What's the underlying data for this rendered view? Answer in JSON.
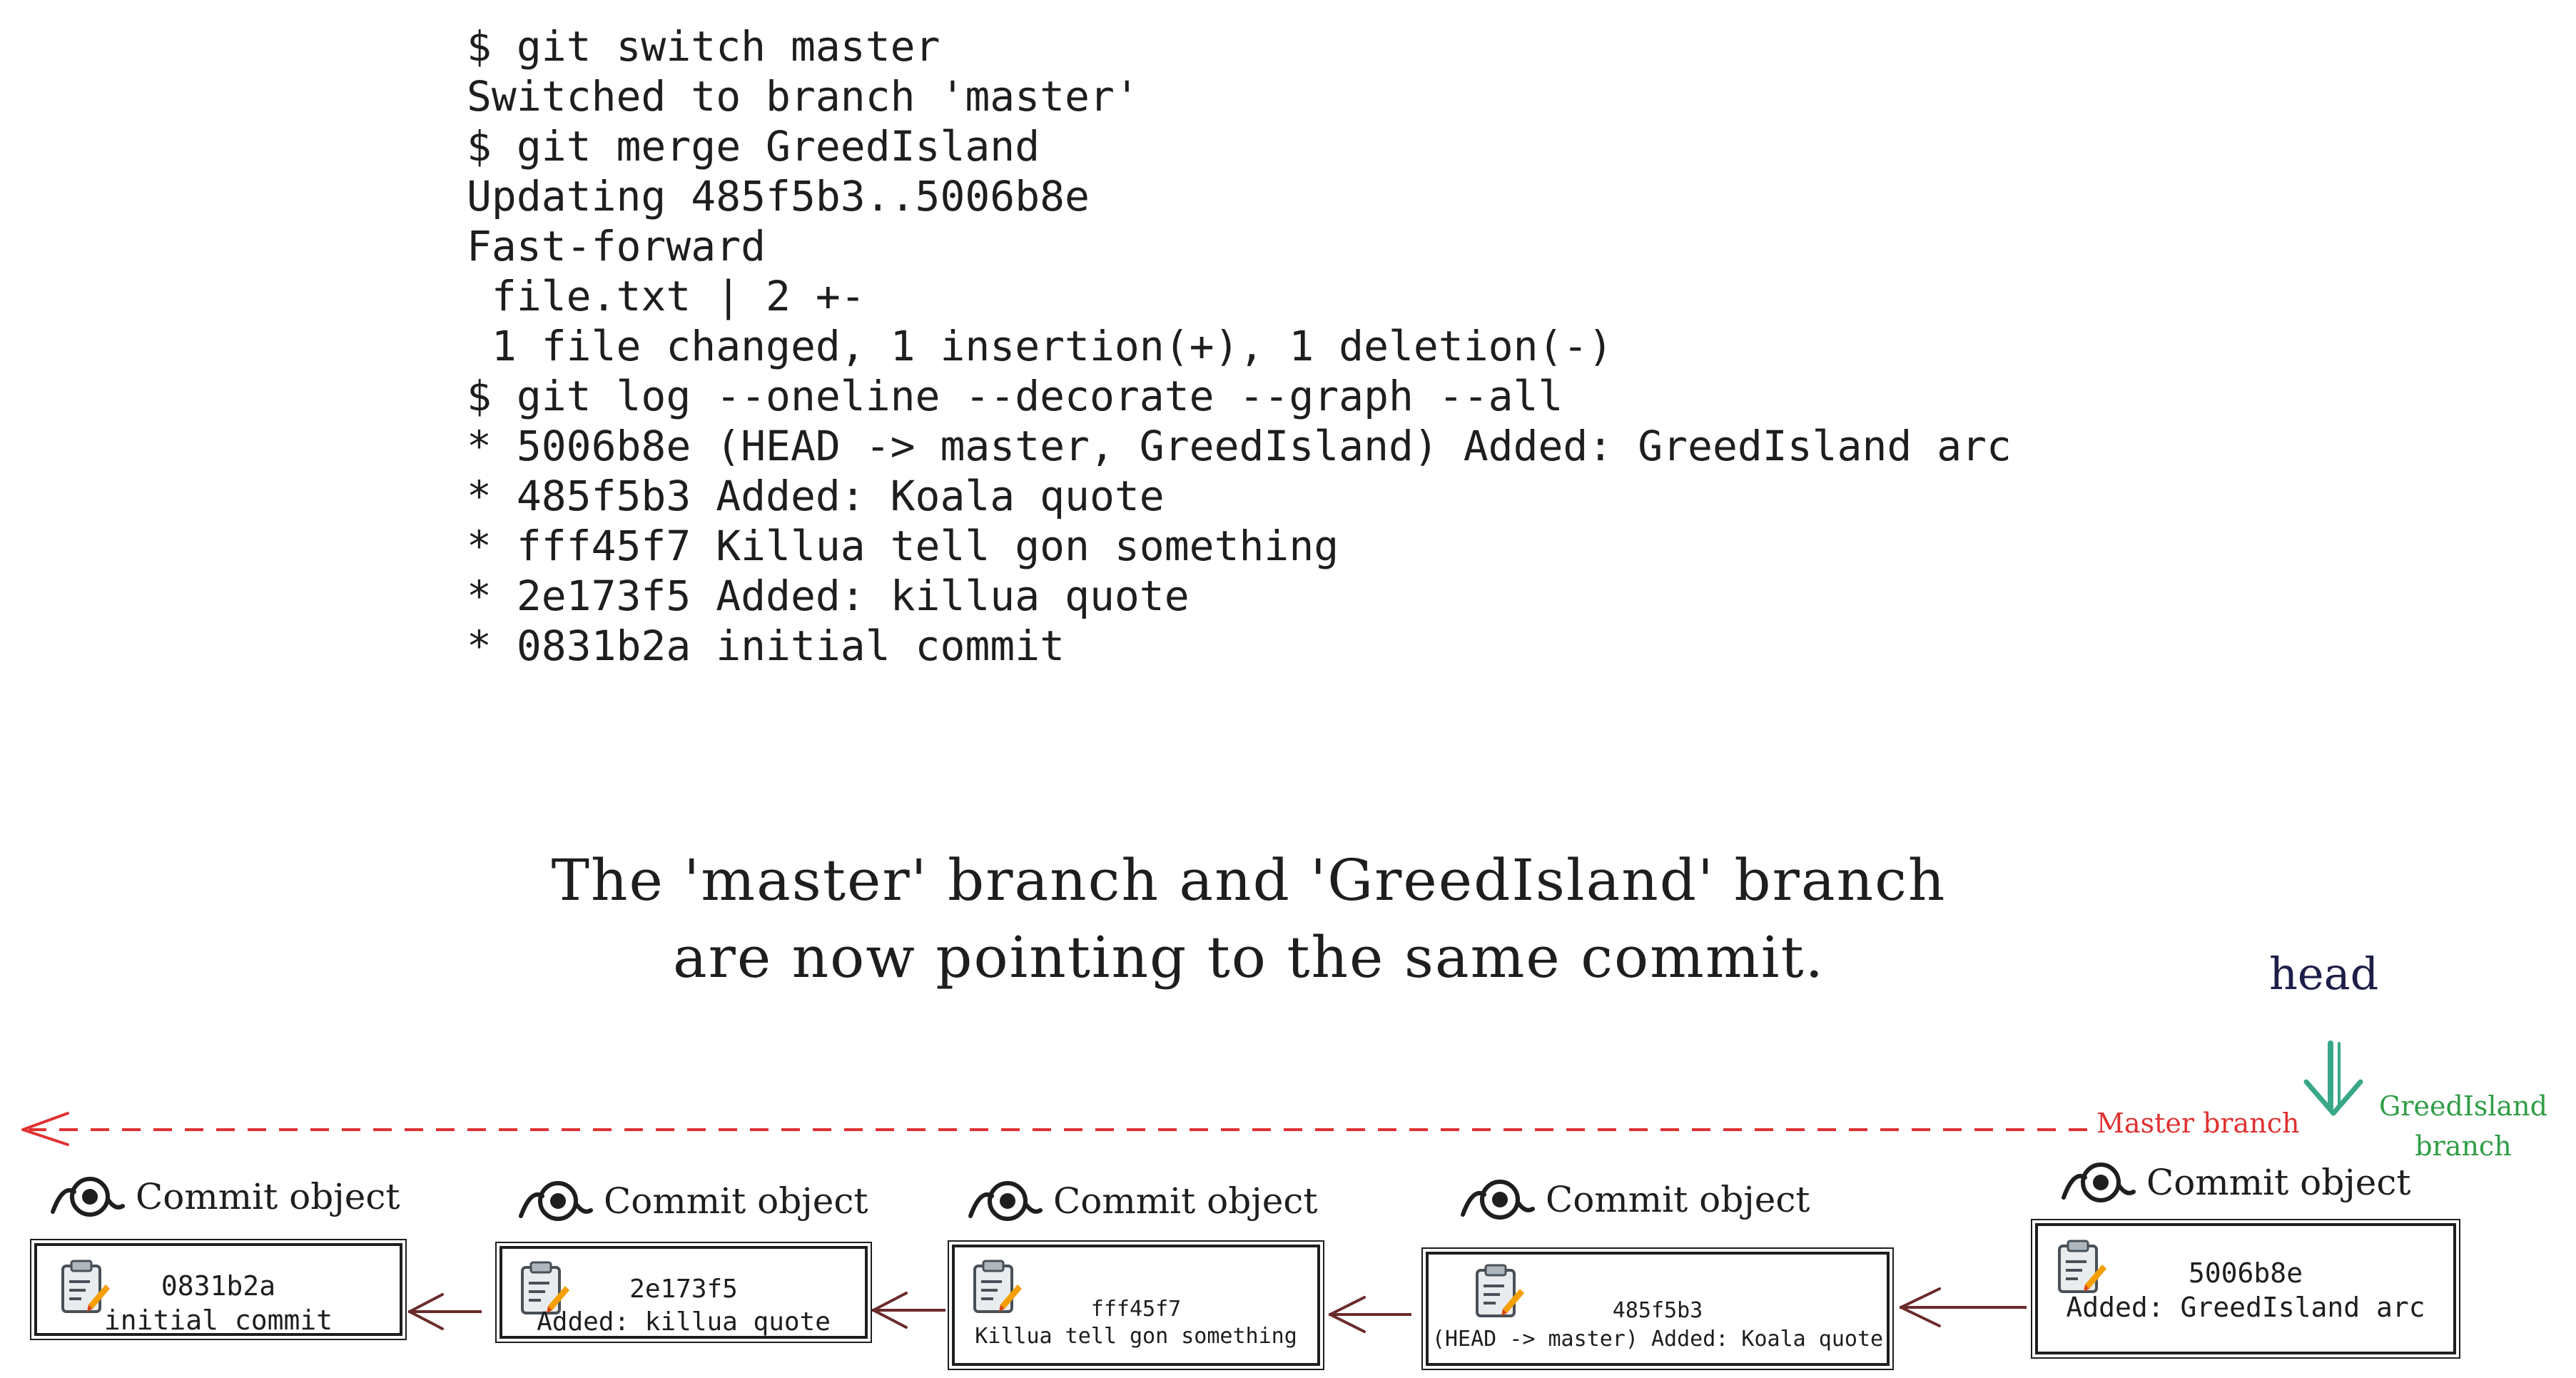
{
  "terminal": {
    "lines": [
      "$ git switch master",
      "Switched to branch 'master'",
      "$ git merge GreedIsland",
      "Updating 485f5b3..5006b8e",
      "Fast-forward",
      " file.txt | 2 +-",
      " 1 file changed, 1 insertion(+), 1 deletion(-)",
      "$ git log --oneline --decorate --graph --all",
      "* 5006b8e (HEAD -> master, GreedIsland) Added: GreedIsland arc",
      "* 485f5b3 Added: Koala quote",
      "* fff45f7 Killua tell gon something",
      "* 2e173f5 Added: killua quote",
      "* 0831b2a initial commit"
    ]
  },
  "caption": {
    "line1": "The 'master' branch and 'GreedIsland' branch",
    "line2": "are now pointing to the same commit."
  },
  "labels": {
    "head": "head",
    "master_branch": "Master branch",
    "greedisland_branch": "GreedIsland branch"
  },
  "commits": [
    {
      "header": "Commit object",
      "hash": "0831b2a",
      "message": "initial commit"
    },
    {
      "header": "Commit object",
      "hash": "2e173f5",
      "message": "Added: killua quote"
    },
    {
      "header": "Commit object",
      "hash": "fff45f7",
      "message": "Killua tell gon something"
    },
    {
      "header": "Commit object",
      "hash": "485f5b3",
      "message": "(HEAD -> master) Added: Koala quote"
    },
    {
      "header": "Commit object",
      "hash": "5006b8e",
      "message": "Added: GreedIsland arc"
    }
  ],
  "colors": {
    "ink": "#1e1e1e",
    "master_branch": "#e03131",
    "greedisland_branch": "#2f9e44",
    "head_arrow": "#38a889",
    "commit_arrow": "#6b2b2b"
  },
  "icons": {
    "commit_header": "commit-object-icon",
    "commit_box": "clipboard-icon"
  }
}
